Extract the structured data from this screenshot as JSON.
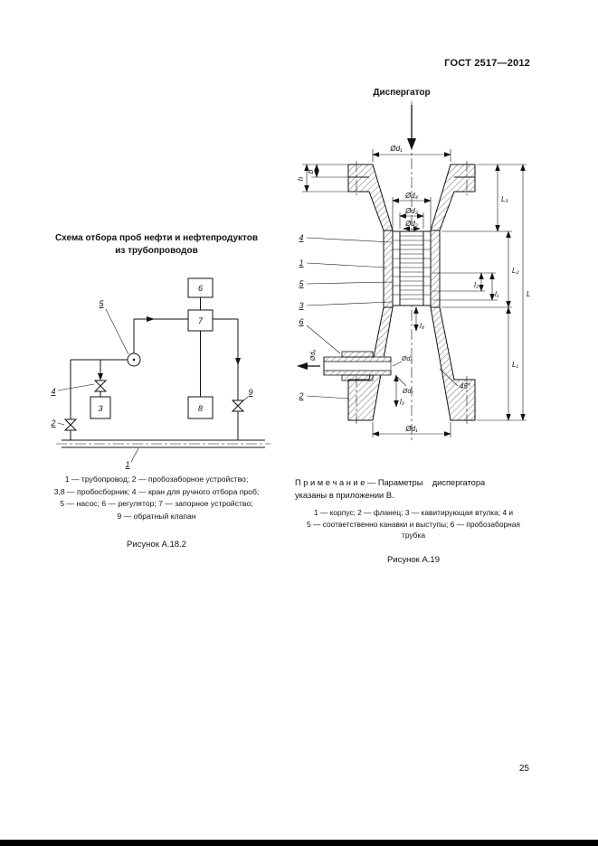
{
  "page": {
    "header": "ГОСТ 2517—2012",
    "page_number": "25"
  },
  "left_figure": {
    "title_line1": "Схема отбора проб нефти и нефтепродуктов",
    "title_line2": "из трубопроводов",
    "labels": {
      "n1": "1",
      "n2": "2",
      "n3": "3",
      "n4": "4",
      "n5": "5",
      "n6": "6",
      "n7": "7",
      "n8": "8",
      "n9": "9"
    },
    "legend_lines": [
      "1 — трубопровод; 2 — пробозаборное устройство;",
      "3,8 — пробосборник; 4 — кран для ручного отбора проб;",
      "5 — насос; 6 — регулятор; 7 — запорное устройство;",
      "9 — обратный клапан"
    ],
    "caption": "Рисунок А.18.2"
  },
  "right_figure": {
    "title": "Диспергатор",
    "labels": {
      "d1_top": "Ød₁",
      "d2": "Ød₂",
      "d3": "Ød₃",
      "d4": "Ød₄",
      "d5": "Ød₅",
      "d6": "Ød₆",
      "d7": "Ød₇",
      "d1_bottom": "Ød₁",
      "L": "L",
      "L1": "L₁",
      "L2": "L₂",
      "L3": "L₃",
      "l1": "l₁",
      "l2": "l₂",
      "l3": "l₃",
      "l4": "l₄",
      "b": "b",
      "h": "h",
      "angle45": "45°",
      "p1": "1",
      "p2": "2",
      "p3": "3",
      "p4": "4",
      "p5": "5",
      "p6": "6"
    },
    "note_lines": [
      "П р и м е ч а н и е — Параметры    диспергатора",
      "указаны в приложении В."
    ],
    "legend_lines": [
      "1 — корпус; 2 — фланец; 3 — кавитирующая втулка; 4 и",
      "5 — соответственно канавки и выступы; 6 — пробозаборная",
      "трубка"
    ],
    "caption": "Рисунок А.19"
  }
}
